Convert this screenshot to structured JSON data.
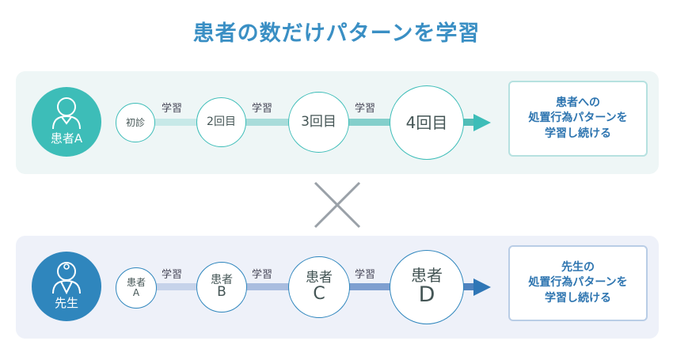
{
  "title": "患者の数だけパターンを学習",
  "colors": {
    "teal": "#3dbdb8",
    "blue": "#2f86bd",
    "title": "#3a8fc4"
  },
  "top_row": {
    "avatar_label": "患者A",
    "avatar_icon": "patient-icon",
    "steps": [
      "初診",
      "2回目",
      "3回目",
      "4回目"
    ],
    "learn_labels": [
      "学習",
      "学習",
      "学習"
    ],
    "result_lines": [
      "患者への",
      "処置行為パターンを",
      "学習し続ける"
    ]
  },
  "bottom_row": {
    "avatar_label": "先生",
    "avatar_icon": "doctor-icon",
    "steps": [
      {
        "line1": "患者",
        "line2": "A"
      },
      {
        "line1": "患者",
        "line2": "B"
      },
      {
        "line1": "患者",
        "line2": "C"
      },
      {
        "line1": "患者",
        "line2": "D"
      }
    ],
    "learn_labels": [
      "学習",
      "学習",
      "学習"
    ],
    "result_lines": [
      "先生の",
      "処置行為パターンを",
      "学習し続ける"
    ]
  },
  "multiply_icon": "multiply-icon"
}
